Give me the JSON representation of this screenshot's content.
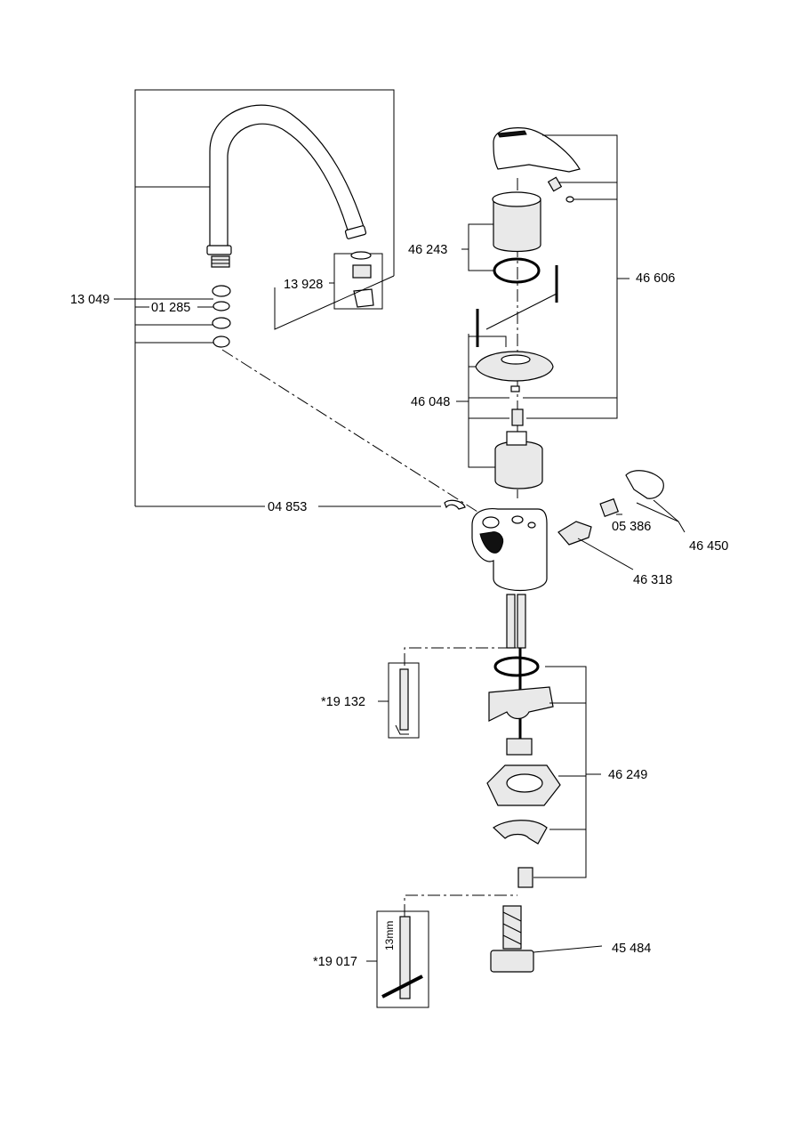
{
  "labels": {
    "spout_kit": "13 049",
    "o_ring": "01 285",
    "aerator": "13 928",
    "clip": "04 853",
    "handle_kit": "46 606",
    "cap": "46 243",
    "cartridge_kit": "46 048",
    "diverter": "05 386",
    "diverter_kit": "46 450",
    "hand_spray_valve": "46 318",
    "mounting_kit": "46 249",
    "tool_19132": "*19 132",
    "tool_19017": "*19 017",
    "tool_19017_size": "13mm",
    "hose": "45 484"
  }
}
